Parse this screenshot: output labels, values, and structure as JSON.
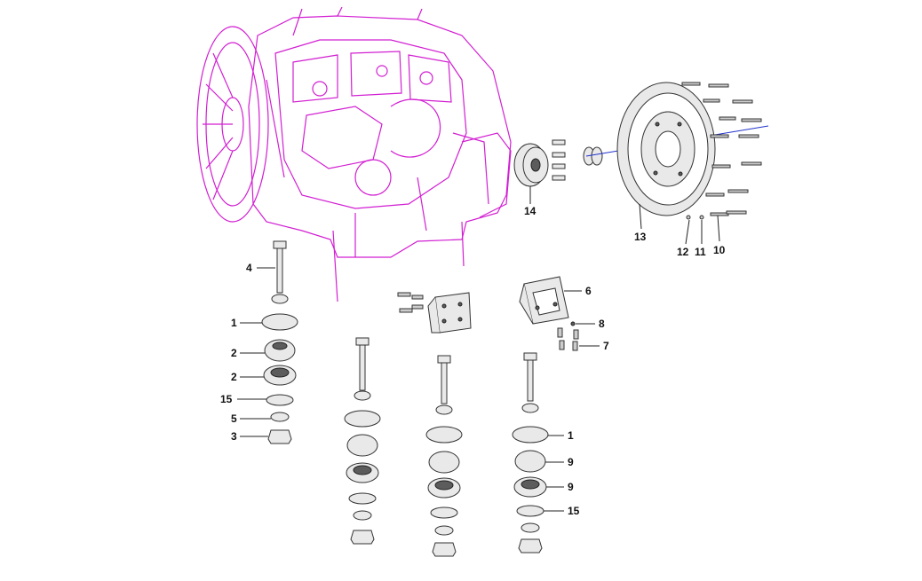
{
  "callouts": {
    "c1a": "1",
    "c1b": "1",
    "c2a": "2",
    "c2b": "2",
    "c3": "3",
    "c4": "4",
    "c5": "5",
    "c6": "6",
    "c7": "7",
    "c8": "8",
    "c9a": "9",
    "c9b": "9",
    "c10": "10",
    "c11": "11",
    "c12": "12",
    "c13": "13",
    "c14": "14",
    "c15a": "15",
    "c15b": "15"
  },
  "colors": {
    "engine_outline": "#d21fd2",
    "part_outline": "#333333",
    "shaft_line": "#2233cc"
  },
  "icons": {
    "engine": "engine-assembly-drawing",
    "flywheel": "flywheel-drawing",
    "mount_stack": "engine-mount-stack-drawing"
  }
}
